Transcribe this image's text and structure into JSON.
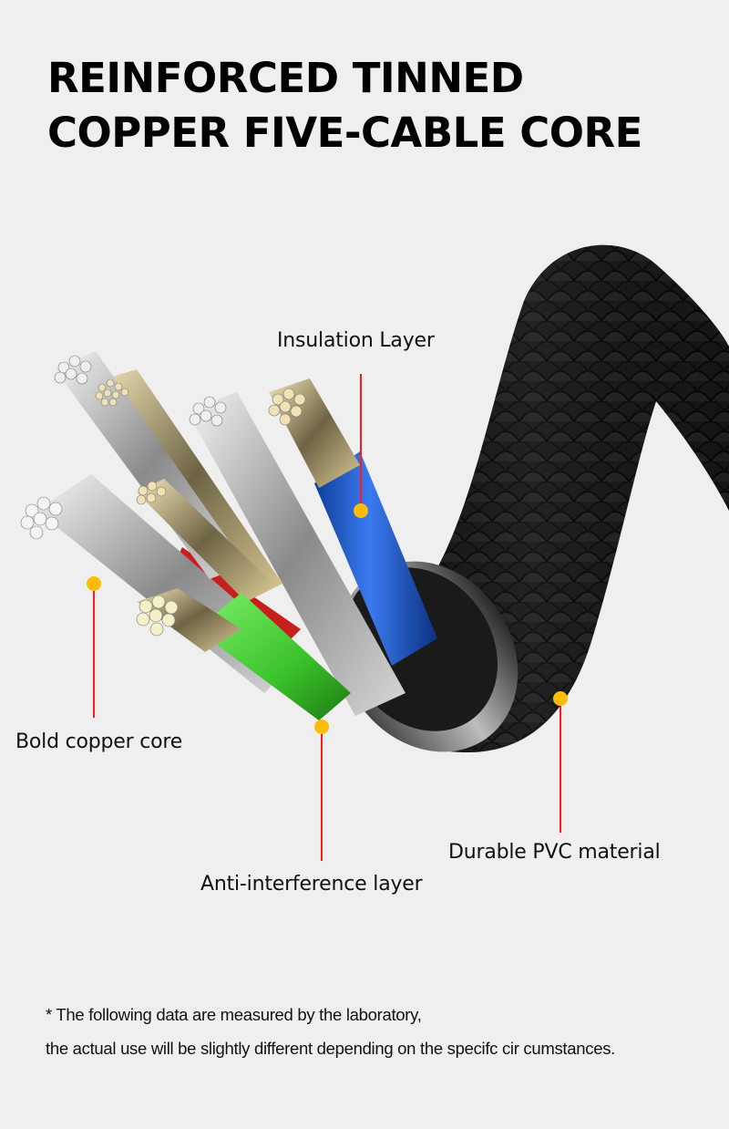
{
  "headline": {
    "line1": "REINFORCED TINNED",
    "line2": "COPPER FIVE-CABLE CORE"
  },
  "callouts": {
    "insulation_layer": "Insulation Layer",
    "bold_copper_core": "Bold copper core",
    "durable_pvc": "Durable PVC material",
    "anti_interference": "Anti-interference layer"
  },
  "colors": {
    "background": "#efefef",
    "leader_line": "#ff1a1a",
    "marker_dot": "#fbbd08",
    "jacket": "#1c1c1c",
    "insulation_blue": "#1f5fd0",
    "insulation_green": "#49d63a",
    "insulation_red": "#d42020",
    "tinned_strand": "#c8c8c8",
    "copper_strand": "#e8d9a8"
  },
  "footnote": {
    "line1": "* The following data are measured by the laboratory,",
    "line2": "the actual use will be slightly different depending on the specifc cir cumstances."
  }
}
